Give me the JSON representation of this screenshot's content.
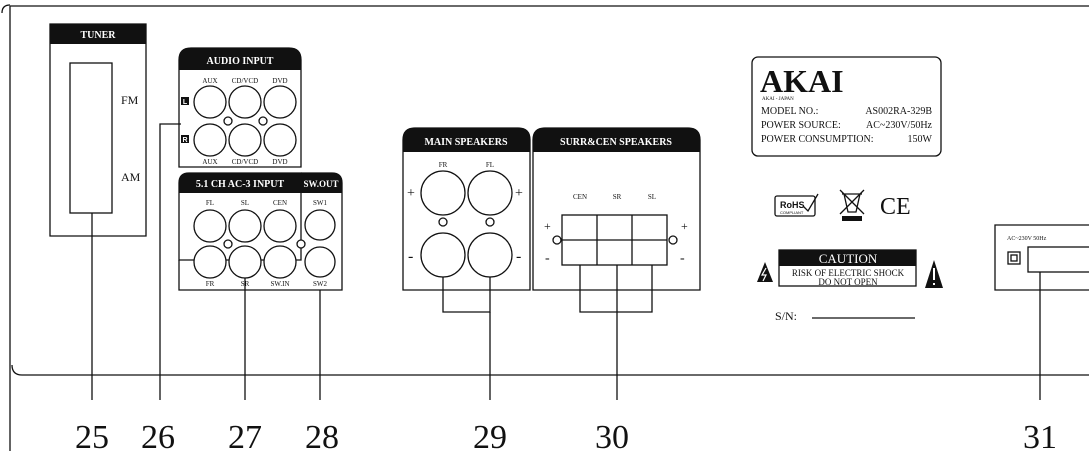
{
  "tuner": {
    "title": "TUNER",
    "fm": "FM",
    "am": "AM"
  },
  "audio_input": {
    "title": "AUDIO INPUT",
    "top_labels": [
      "AUX",
      "CD/VCD",
      "DVD"
    ],
    "bottom_labels": [
      "AUX",
      "CD/VCD",
      "DVD"
    ],
    "left_marker": "L",
    "right_marker": "R"
  },
  "ac3_input": {
    "title": "5.1 CH AC-3 INPUT",
    "top_labels": [
      "FL",
      "SL",
      "CEN"
    ],
    "bottom_labels": [
      "FR",
      "SR",
      "SW.IN"
    ]
  },
  "sw_out": {
    "title": "SW.OUT",
    "top": "SW1",
    "bottom": "SW2"
  },
  "main_speakers": {
    "title": "MAIN SPEAKERS",
    "fr": "FR",
    "fl": "FL",
    "plus": "+",
    "minus": "-"
  },
  "surr_speakers": {
    "title": "SURR&CEN SPEAKERS",
    "labels": [
      "CEN",
      "SR",
      "SL"
    ],
    "plus": "+",
    "minus": "-"
  },
  "label_plate": {
    "brand": "AKAI",
    "sub": "AKAI - JAPAN",
    "rows": [
      {
        "key": "MODEL NO.:",
        "value": "AS002RA-329B"
      },
      {
        "key": "POWER SOURCE:",
        "value": "AC~230V/50Hz"
      },
      {
        "key": "POWER CONSUMPTION:",
        "value": "150W"
      }
    ]
  },
  "compliance": {
    "rohs": "RoHS",
    "rohs_sub": "COMPLIANT",
    "ce": "CE"
  },
  "caution": {
    "title": "CAUTION",
    "line1": "RISK OF ELECTRIC SHOCK",
    "line2": "DO NOT OPEN"
  },
  "serial": {
    "label": "S/N:"
  },
  "power": {
    "label": "AC~230V  50Hz"
  },
  "callouts": [
    "25",
    "26",
    "27",
    "28",
    "29",
    "30",
    "31"
  ]
}
